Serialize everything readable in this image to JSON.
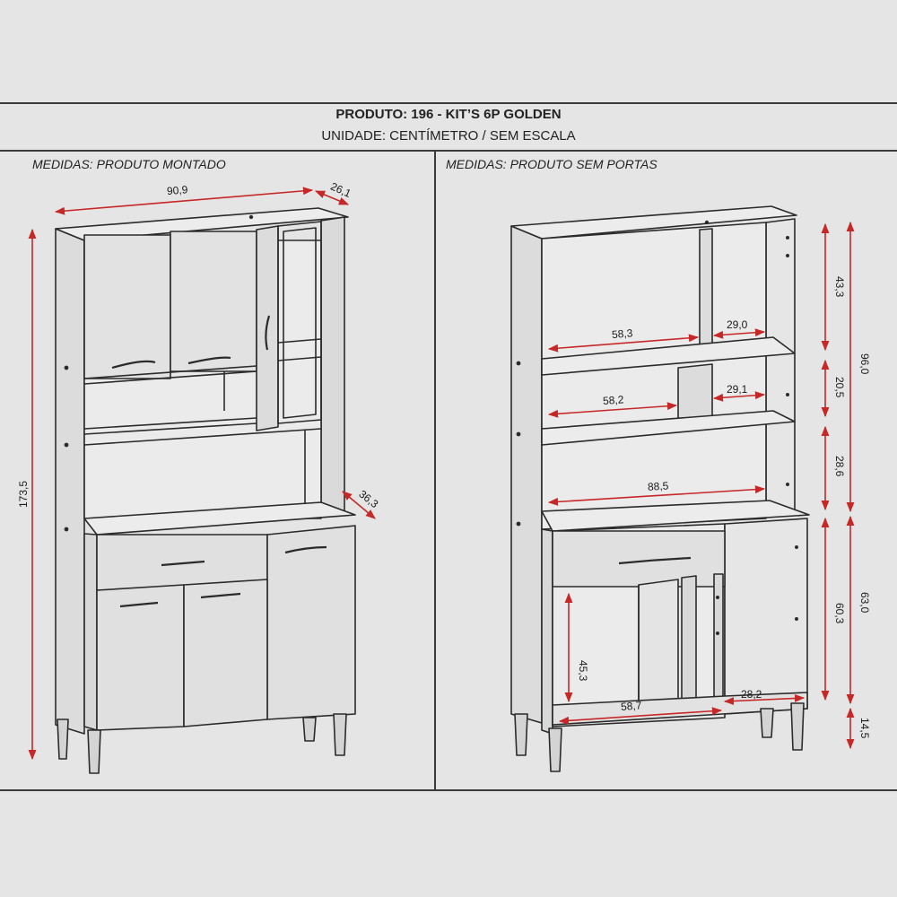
{
  "header": {
    "title": "PRODUTO: 196 - KIT’S 6P GOLDEN",
    "subtitle": "UNIDADE: CENTÍMETRO / SEM ESCALA"
  },
  "left": {
    "label": "MEDIDAS: PRODUTO MONTADO",
    "dims": {
      "width": "90,9",
      "top_depth": "26,1",
      "height": "173,5",
      "base_depth": "36,3"
    }
  },
  "right": {
    "label": "MEDIDAS: PRODUTO SEM PORTAS",
    "dims": {
      "upper_shelf_h": "43,3",
      "upper_total_h": "96,0",
      "upper_left_w": "58,3",
      "upper_right_w": "29,0",
      "middle_left_w": "58,2",
      "middle_right_w": "29,1",
      "middle_shelf_h": "20,5",
      "niche_w": "88,5",
      "niche_h": "28,6",
      "lower_inner_h": "60,3",
      "lower_total_h": "63,0",
      "cabinet_inner_h": "45,3",
      "cabinet_left_w": "58,7",
      "cabinet_right_w": "28,2",
      "feet_h": "14,5"
    }
  },
  "colors": {
    "background": "#e5e5e5",
    "line": "#2b2b2b",
    "dimension": "#c62828"
  }
}
